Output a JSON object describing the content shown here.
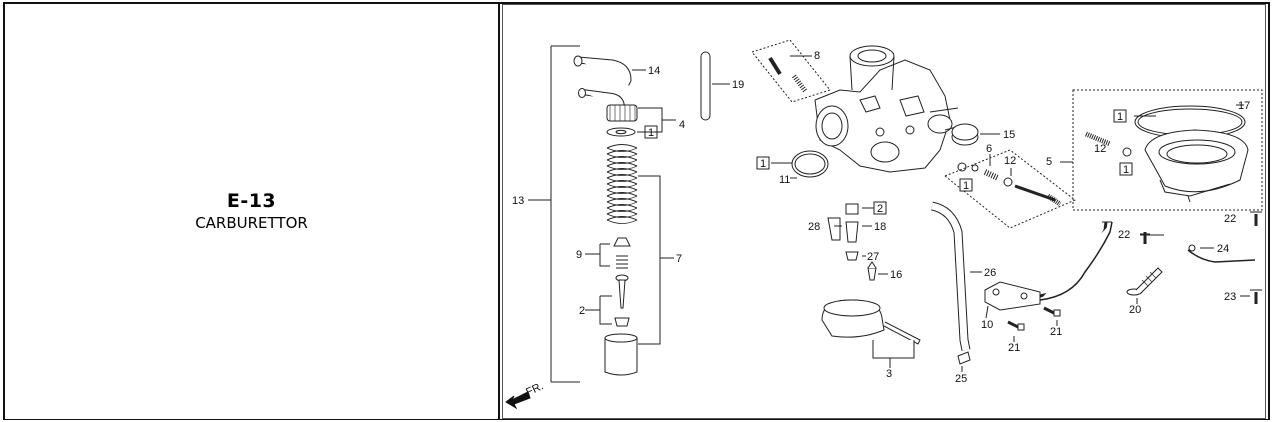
{
  "page": {
    "section_code": "E-13",
    "section_title": "CARBURETTOR"
  },
  "direction_label": "FR.",
  "callouts": [
    "1",
    "2",
    "3",
    "4",
    "5",
    "6",
    "7",
    "8",
    "9",
    "10",
    "11",
    "12",
    "13",
    "14",
    "15",
    "16",
    "17",
    "18",
    "19",
    "20",
    "21",
    "22",
    "23",
    "24",
    "25",
    "26",
    "27",
    "28"
  ],
  "boxed_ref": "1",
  "boxed_ref_2": "2"
}
